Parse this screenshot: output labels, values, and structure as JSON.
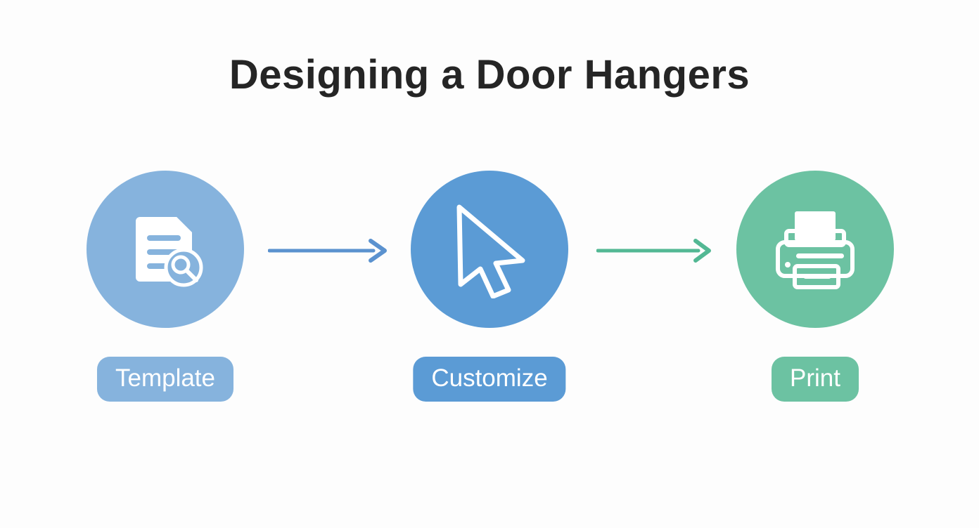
{
  "page": {
    "title": "Designing a Door Hangers",
    "background_color": "#fdfdfd",
    "title_color": "#252525"
  },
  "flow": {
    "type": "process-flow",
    "steps": [
      {
        "id": "template",
        "label": "Template",
        "icon": "document-search-icon",
        "circle_color": "#86b3dd",
        "pill_color": "#86b3dd",
        "icon_color": "#ffffff",
        "order": 1
      },
      {
        "id": "customize",
        "label": "Customize",
        "icon": "cursor-pointer-icon",
        "circle_color": "#5b9bd5",
        "pill_color": "#5b9bd5",
        "icon_color": "#ffffff",
        "order": 2
      },
      {
        "id": "print",
        "label": "Print",
        "icon": "printer-icon",
        "circle_color": "#6cc2a2",
        "pill_color": "#6cc2a2",
        "icon_color": "#ffffff",
        "order": 3
      }
    ],
    "connectors": [
      {
        "id": "arrow-1",
        "from": "template",
        "to": "customize",
        "color": "#5b92cf",
        "icon": "arrow-right-icon"
      },
      {
        "id": "arrow-2",
        "from": "customize",
        "to": "print",
        "color": "#53b894",
        "icon": "arrow-right-icon"
      }
    ]
  }
}
